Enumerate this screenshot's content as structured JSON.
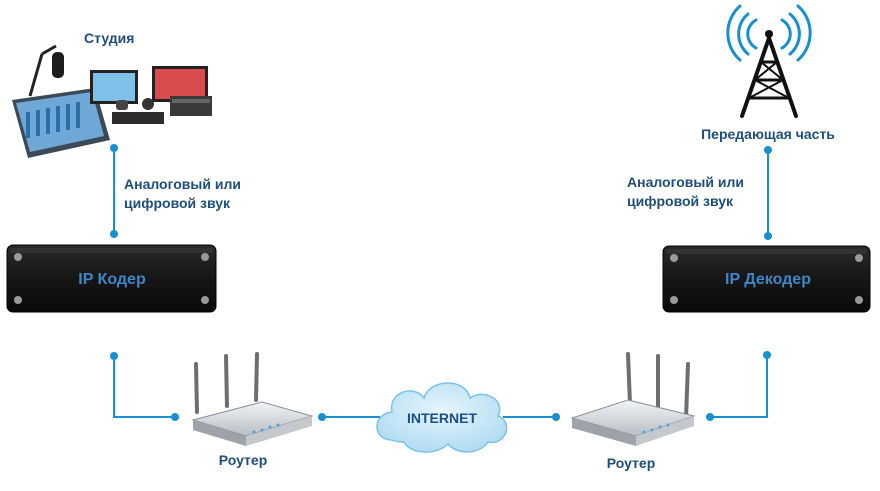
{
  "labels": {
    "studio": "Студия",
    "transmitter": "Передающая часть",
    "audio_left_line1": "Аналоговый или",
    "audio_left_line2": "цифровой звук",
    "audio_right_line1": "Аналоговый или",
    "audio_right_line2": "цифровой звук",
    "encoder": "IP Кодер",
    "decoder": "IP Декодер",
    "internet": "INTERNET",
    "router_left": "Роутер",
    "router_right": "Роутер"
  },
  "icons": {
    "studio": "studio-equipment-icon",
    "tower": "radio-tower-icon",
    "router": "wifi-router-icon",
    "cloud": "cloud-icon"
  },
  "colors": {
    "wire": "#1a8fd0",
    "label_text": "#1e4e79",
    "box_text": "#3f86c6",
    "box_fill": "#1c1c1c",
    "cloud_fill": "#bfe3f5"
  }
}
